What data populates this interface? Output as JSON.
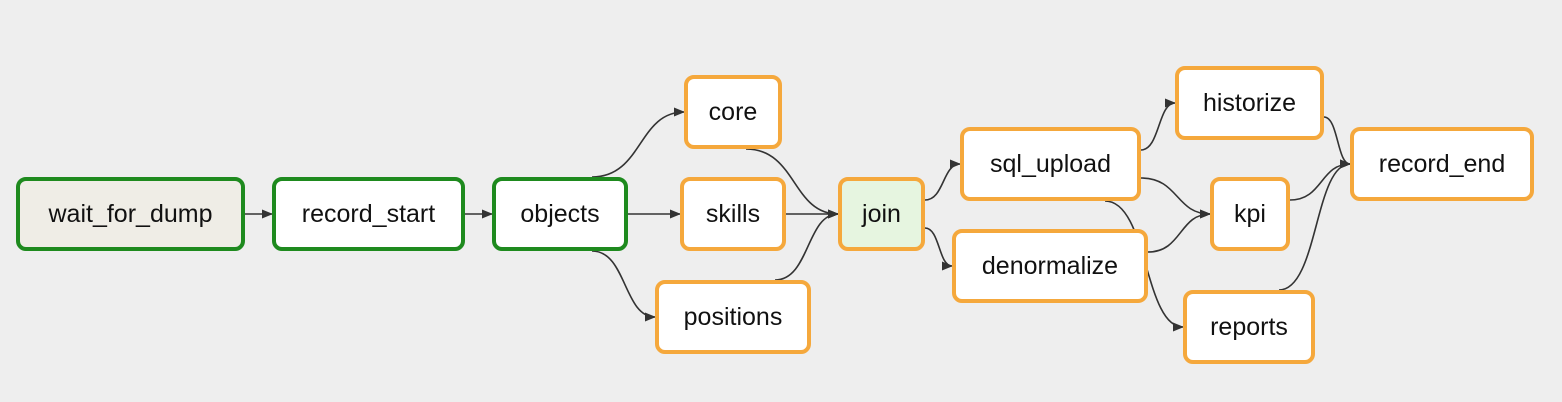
{
  "diagram": {
    "nodes": [
      {
        "id": "wait_for_dump",
        "label": "wait_for_dump",
        "state": "success",
        "fill": "sensor"
      },
      {
        "id": "record_start",
        "label": "record_start",
        "state": "success"
      },
      {
        "id": "objects",
        "label": "objects",
        "state": "success"
      },
      {
        "id": "core",
        "label": "core",
        "state": "queued"
      },
      {
        "id": "skills",
        "label": "skills",
        "state": "queued"
      },
      {
        "id": "positions",
        "label": "positions",
        "state": "queued"
      },
      {
        "id": "join",
        "label": "join",
        "state": "queued",
        "fill": "active"
      },
      {
        "id": "sql_upload",
        "label": "sql_upload",
        "state": "queued"
      },
      {
        "id": "denormalize",
        "label": "denormalize",
        "state": "queued"
      },
      {
        "id": "historize",
        "label": "historize",
        "state": "queued"
      },
      {
        "id": "kpi",
        "label": "kpi",
        "state": "queued"
      },
      {
        "id": "reports",
        "label": "reports",
        "state": "queued"
      },
      {
        "id": "record_end",
        "label": "record_end",
        "state": "queued"
      }
    ],
    "edges": [
      [
        "wait_for_dump",
        "record_start"
      ],
      [
        "record_start",
        "objects"
      ],
      [
        "objects",
        "core"
      ],
      [
        "objects",
        "skills"
      ],
      [
        "objects",
        "positions"
      ],
      [
        "core",
        "join"
      ],
      [
        "skills",
        "join"
      ],
      [
        "positions",
        "join"
      ],
      [
        "join",
        "sql_upload"
      ],
      [
        "join",
        "denormalize"
      ],
      [
        "sql_upload",
        "historize"
      ],
      [
        "sql_upload",
        "kpi"
      ],
      [
        "sql_upload",
        "reports"
      ],
      [
        "denormalize",
        "kpi"
      ],
      [
        "historize",
        "record_end"
      ],
      [
        "kpi",
        "record_end"
      ],
      [
        "reports",
        "record_end"
      ]
    ]
  },
  "colors": {
    "success_border": "#1e8a1e",
    "queued_border": "#f5a83c",
    "edge": "#333333",
    "background": "#eeeeee"
  }
}
